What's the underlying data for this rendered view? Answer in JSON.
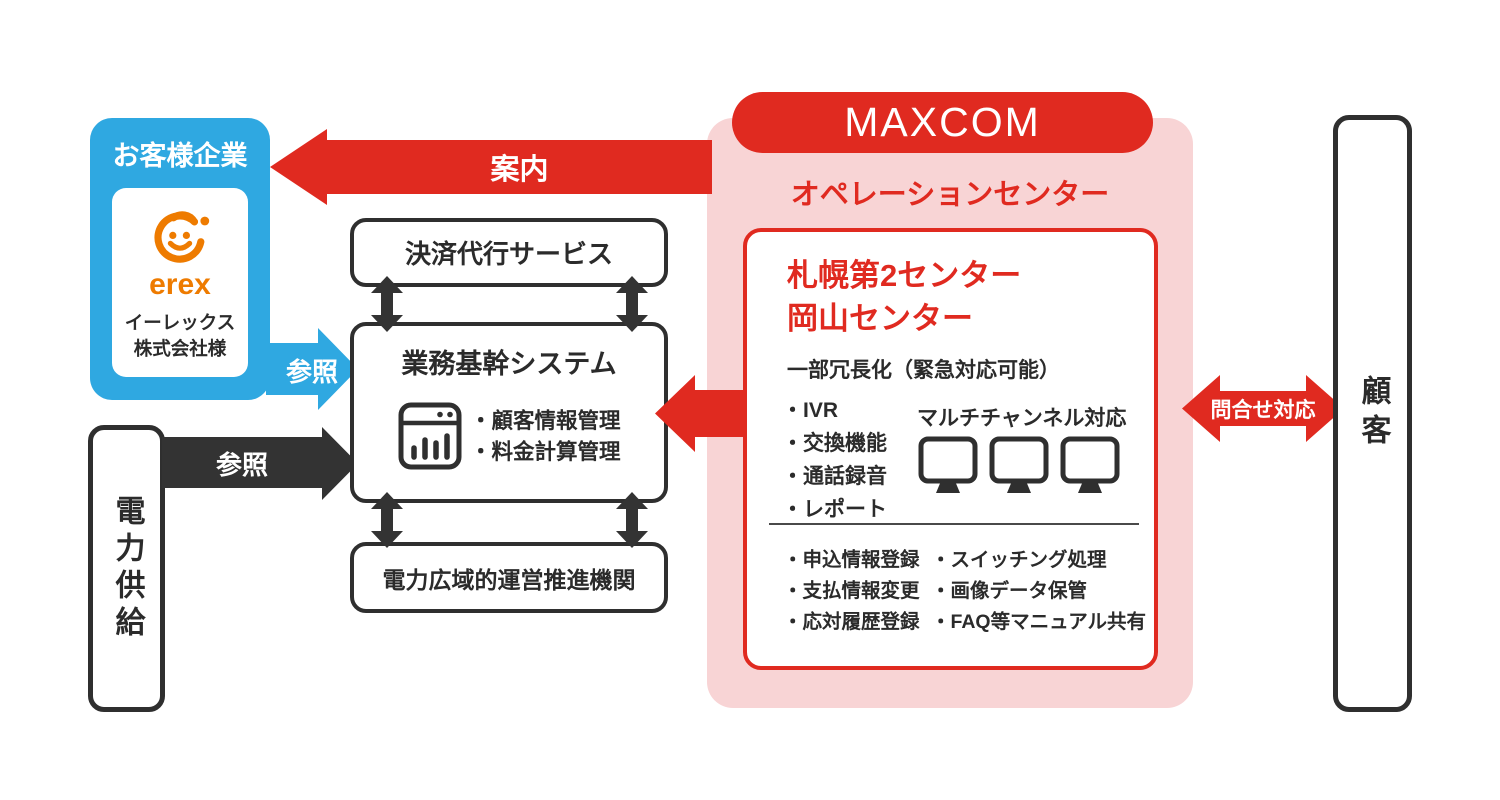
{
  "colors": {
    "red": "#e02a20",
    "pink": "#f8d4d5",
    "blue": "#2fa8e1",
    "orange": "#ee7b00",
    "dark": "#2f2f2f"
  },
  "customer_company": {
    "title": "お客様企業",
    "logo_word": "erex",
    "name_line1": "イーレックス",
    "name_line2": "株式会社様"
  },
  "labels": {
    "guide": "案内",
    "refer_customer": "参照",
    "refer_power": "参照",
    "inquiry": "問合せ対応"
  },
  "payment_service": "決済代行サービス",
  "core_system": {
    "title": "業務基幹システム",
    "items": [
      "・顧客情報管理",
      "・料金計算管理"
    ]
  },
  "grid_operator": "電力広域的運営推進機関",
  "power_supply": "電力供給",
  "end_customer": "顧客",
  "maxcom": {
    "brand": "MAXCOM",
    "dept": "オペレーションセンター",
    "center_line1": "札幌第2センター",
    "center_line2": "岡山センター",
    "redundancy": "一部冗長化（緊急対応可能）",
    "features": [
      "・IVR",
      "・交換機能",
      "・通話録音",
      "・レポート"
    ],
    "multichannel": "マルチチャンネル対応",
    "tasks_left": [
      "・申込情報登録",
      "・支払情報変更",
      "・応対履歴登録"
    ],
    "tasks_right": [
      "・スイッチング処理",
      "・画像データ保管",
      "・FAQ等マニュアル共有"
    ]
  }
}
